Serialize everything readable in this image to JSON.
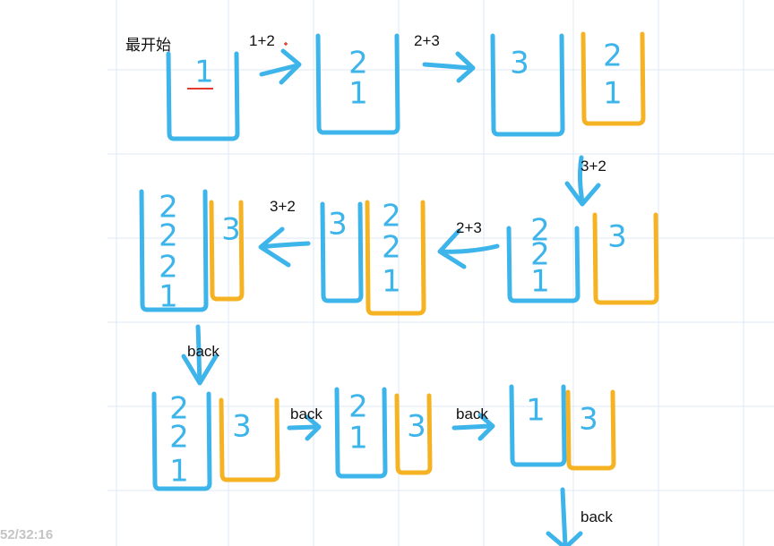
{
  "colors": {
    "blue": "#3db4ea",
    "orange": "#f5b323",
    "red": "#e23a2c",
    "grid": "#dde8f4",
    "text": "#111111",
    "timestamp": "#c4c4c4"
  },
  "labels": {
    "start": "最开始",
    "op_1_2": "1+2",
    "op_2_3_top": "2+3",
    "op_3_2_right": "3+2",
    "op_3_2_mid": "3+2",
    "op_2_3_mid": "2+3",
    "back_1": "back",
    "back_2": "back",
    "back_3": "back",
    "back_4": "back"
  },
  "timestamp": "52/32:16",
  "stacks": [
    {
      "name": "stack-start",
      "color": "blue",
      "items": [
        "1"
      ]
    },
    {
      "name": "stack-after-1-2",
      "color": "blue",
      "items": [
        "2",
        "1"
      ]
    },
    {
      "name": "stack-after-2-3",
      "color": "blue",
      "items": [
        "3"
      ]
    },
    {
      "name": "stack-row1-right",
      "color": "orange",
      "items": [
        "2",
        "1"
      ]
    },
    {
      "name": "stack-row2-right-blue",
      "color": "blue",
      "items": [
        "2",
        "2",
        "1"
      ]
    },
    {
      "name": "stack-row2-right-orange",
      "color": "orange",
      "items": [
        "3"
      ]
    },
    {
      "name": "stack-row2-mid-blue",
      "color": "blue",
      "items": [
        "3"
      ]
    },
    {
      "name": "stack-row2-mid-orange",
      "color": "orange",
      "items": [
        "2",
        "2",
        "1"
      ]
    },
    {
      "name": "stack-row2-left-blue",
      "color": "blue",
      "items": [
        "2",
        "2",
        "2",
        "1"
      ]
    },
    {
      "name": "stack-row2-left-orange",
      "color": "orange",
      "items": [
        "3"
      ]
    },
    {
      "name": "stack-row3-a-blue",
      "color": "blue",
      "items": [
        "2",
        "2",
        "1"
      ]
    },
    {
      "name": "stack-row3-a-orange",
      "color": "orange",
      "items": [
        "3"
      ]
    },
    {
      "name": "stack-row3-b-blue",
      "color": "blue",
      "items": [
        "2",
        "1"
      ]
    },
    {
      "name": "stack-row3-b-orange",
      "color": "orange",
      "items": [
        "3"
      ]
    },
    {
      "name": "stack-row3-c-blue",
      "color": "blue",
      "items": [
        "1"
      ]
    },
    {
      "name": "stack-row3-c-orange",
      "color": "orange",
      "items": [
        "3"
      ]
    }
  ]
}
